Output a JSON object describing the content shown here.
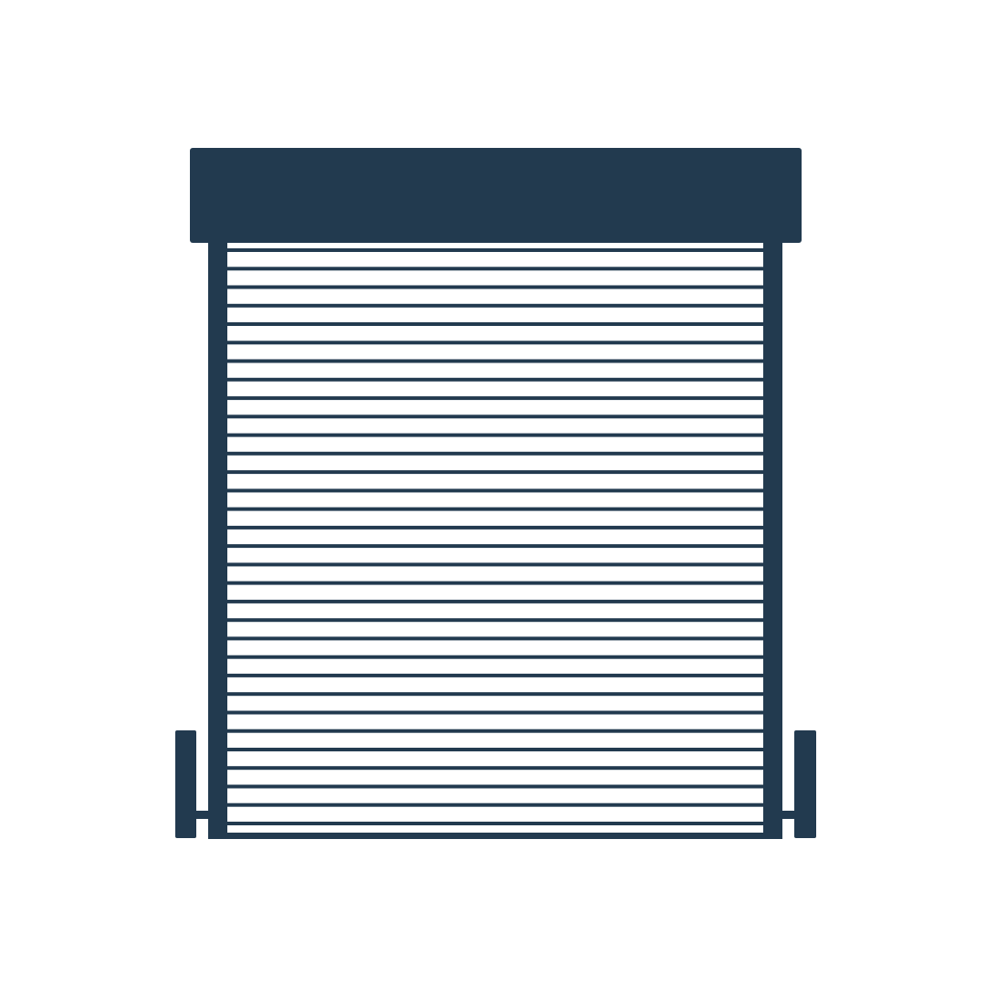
{
  "illustration": {
    "subject": "roller-shutter-door",
    "colors": {
      "frame": "#223a4f",
      "slat_gap": "#ffffff",
      "background": "#ffffff"
    },
    "slat_line_count": 32,
    "side_brackets": 2
  }
}
